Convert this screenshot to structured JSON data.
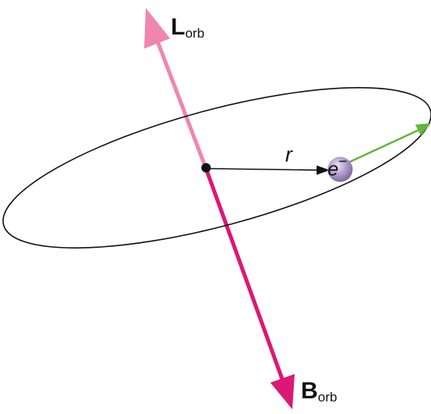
{
  "labels": {
    "angular_momentum": "L",
    "angular_momentum_sub": "orb",
    "magnetic_field": "B",
    "magnetic_field_sub": "orb",
    "radius": "r",
    "electron": "e",
    "electron_charge": "−"
  },
  "colors": {
    "angular_momentum_arrow": "#ef86ae",
    "magnetic_field_arrow": "#dc1874",
    "velocity_arrow": "#62b63a",
    "orbit": "#111111",
    "electron": "#a995c4",
    "nucleus": "#111111"
  },
  "icons": {
    "electron": "electron-sphere-icon",
    "nucleus": "nucleus-dot-icon"
  }
}
